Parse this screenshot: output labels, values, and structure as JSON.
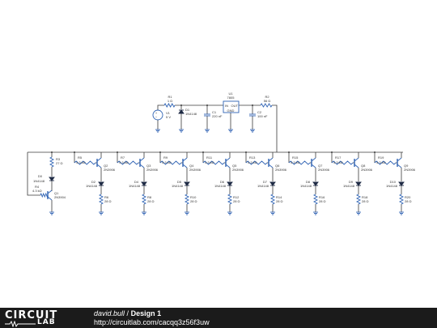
{
  "footer": {
    "logo_top": "CIRCUIT",
    "logo_bottom": "LAB",
    "author": "david.bull",
    "separator": "/",
    "design_name": "Design 1",
    "url": "http://circuitlab.com/cacqq3z56f3uw"
  },
  "supply": {
    "r1": {
      "name": "R1",
      "value": "1 Ω"
    },
    "v1": {
      "name": "V1",
      "value": "5 V"
    },
    "d1": {
      "name": "D1",
      "value": "1N4148"
    },
    "c1": {
      "name": "C1",
      "value": "220 nF"
    },
    "u1": {
      "name": "U1",
      "value": "7805",
      "pin_in": "IN",
      "pin_out": "OUT",
      "pin_gnd": "GND"
    },
    "c2": {
      "name": "C2",
      "value": "100 nF"
    },
    "r2": {
      "name": "R2",
      "value": "56 Ω"
    }
  },
  "driver": {
    "r3": {
      "name": "R3",
      "value": "27 Ω"
    },
    "d0": {
      "name": "D0",
      "value": "1N4148"
    },
    "r4": {
      "name": "R4",
      "value": "4.3 kΩ"
    },
    "q1": {
      "name": "Q1",
      "value": "2N3904"
    }
  },
  "stages": [
    {
      "rb": "R5",
      "rb_val": "4.3 kΩ",
      "q": "Q2",
      "q_val": "2N3906",
      "d": "D2",
      "d_val": "1N4148",
      "re": "R6",
      "re_val": "28 Ω"
    },
    {
      "rb": "R7",
      "rb_val": "4.3 kΩ",
      "q": "Q3",
      "q_val": "2N3906",
      "d": "D4",
      "d_val": "1N4148",
      "re": "R8",
      "re_val": "28 Ω"
    },
    {
      "rb": "R9",
      "rb_val": "4.3 kΩ",
      "q": "Q4",
      "q_val": "2N3906",
      "d": "D5",
      "d_val": "1N4148",
      "re": "R10",
      "re_val": "28 Ω"
    },
    {
      "rb": "R11",
      "rb_val": "4.3 kΩ",
      "q": "Q5",
      "q_val": "2N3906",
      "d": "D6",
      "d_val": "1N4148",
      "re": "R12",
      "re_val": "28 Ω"
    },
    {
      "rb": "R13",
      "rb_val": "4.3 kΩ",
      "q": "Q6",
      "q_val": "2N3906",
      "d": "D7",
      "d_val": "1N4148",
      "re": "R14",
      "re_val": "28 Ω"
    },
    {
      "rb": "R15",
      "rb_val": "4.3 kΩ",
      "q": "Q7",
      "q_val": "2N3906",
      "d": "D8",
      "d_val": "1N4148",
      "re": "R16",
      "re_val": "28 Ω"
    },
    {
      "rb": "R17",
      "rb_val": "4.3 kΩ",
      "q": "Q8",
      "q_val": "2N3906",
      "d": "D9",
      "d_val": "1N4148",
      "re": "R18",
      "re_val": "28 Ω"
    },
    {
      "rb": "R19",
      "rb_val": "4.3 kΩ",
      "q": "Q9",
      "q_val": "2N3906",
      "d": "D10",
      "d_val": "1N4148",
      "re": "R20",
      "re_val": "28 Ω"
    }
  ],
  "colors": {
    "wire": "#3a3a3a",
    "component": "#2f63b4",
    "label": "#333333",
    "footer_bg": "#1b1b1b"
  }
}
